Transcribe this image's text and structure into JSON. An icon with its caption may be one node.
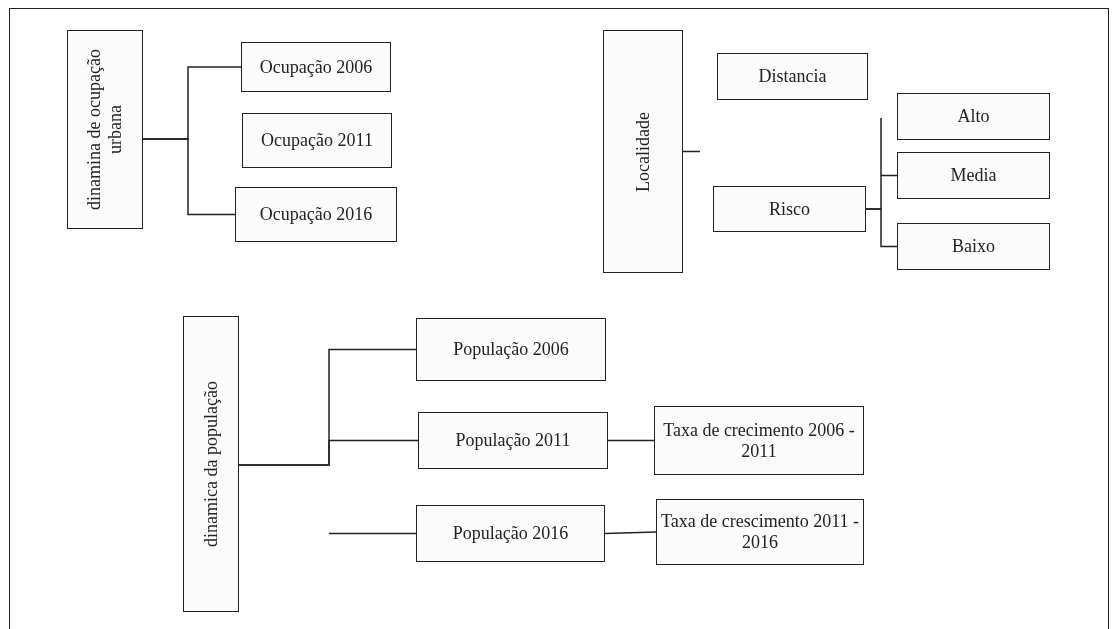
{
  "diagram": {
    "nodes": [
      {
        "text": [
          "dinamina de ocupação urbana"
        ]
      },
      {
        "text": [
          "Ocupação 2006"
        ]
      },
      {
        "text": [
          "Ocupação 2011"
        ]
      },
      {
        "text": [
          "Ocupação 2016"
        ]
      },
      {
        "text": [
          "Localidade"
        ]
      },
      {
        "text": [
          "Distancia"
        ]
      },
      {
        "text": [
          "Risco"
        ]
      },
      {
        "text": [
          "Alto"
        ]
      },
      {
        "text": [
          "Media"
        ]
      },
      {
        "text": [
          "Baixo"
        ]
      },
      {
        "text": [
          "dinamica da população"
        ]
      },
      {
        "text": [
          "População 2006"
        ]
      },
      {
        "text": [
          "População 2011"
        ]
      },
      {
        "text": [
          "Taxa de crecimento 2006 - 2011"
        ]
      },
      {
        "text": [
          "População 2016"
        ]
      },
      {
        "text": [
          "Taxa de crescimento 2011 - 2016"
        ]
      }
    ],
    "edges": [
      {
        "from": 0,
        "to": 1,
        "arrow": "none"
      },
      {
        "from": 0,
        "to": 3,
        "arrow": "none"
      },
      {
        "from": 4,
        "to": null,
        "arrow": "none"
      },
      {
        "from": 6,
        "to": 8,
        "arrow": "none"
      },
      {
        "from": 6,
        "to": 9,
        "arrow": "none"
      },
      {
        "from": 10,
        "to": 11,
        "arrow": "none"
      },
      {
        "from": 10,
        "to": 12,
        "arrow": "none"
      },
      {
        "from": null,
        "to": 14,
        "arrow": "none"
      },
      {
        "from": 12,
        "to": 13,
        "arrow": "none"
      },
      {
        "from": 14,
        "to": 15,
        "arrow": "none"
      }
    ]
  }
}
